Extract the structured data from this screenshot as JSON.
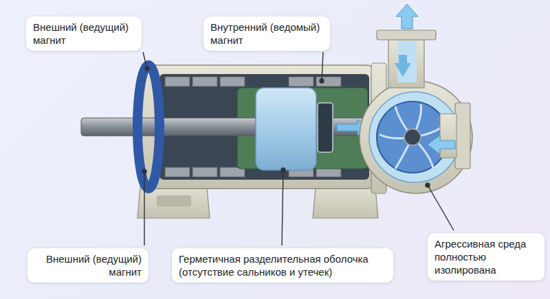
{
  "diagram": {
    "nodes": [
      {
        "text": [
          "Внешний (ведущий) магнит"
        ]
      },
      {
        "text": [
          "Внутренний (ведомый) магнит"
        ]
      },
      {
        "text": [
          "Внешний (ведущий) магнит"
        ]
      },
      {
        "text": [
          "Герметичная разделительная оболочка (отсутствие сальников и утечек)"
        ]
      },
      {
        "text": [
          "Агрессивная среда полностью изолирована"
        ]
      }
    ]
  }
}
